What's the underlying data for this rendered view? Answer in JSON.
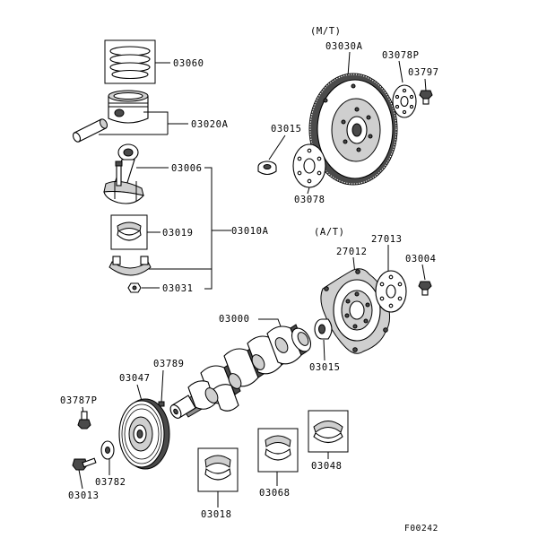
{
  "sections": {
    "mt": "(M/T)",
    "at": "(A/T)"
  },
  "labels": {
    "p03060": "03060",
    "p03020A": "03020A",
    "p03006": "03006",
    "p03010A": "03010A",
    "p03019": "03019",
    "p03031": "03031",
    "p03030A": "03030A",
    "p03078P": "03078P",
    "p03797": "03797",
    "p03015_top": "03015",
    "p03078": "03078",
    "p27012": "27012",
    "p27013": "27013",
    "p03004": "03004",
    "p03000": "03000",
    "p03015_bottom": "03015",
    "p03789": "03789",
    "p03047": "03047",
    "p03787P": "03787P",
    "p03782": "03782",
    "p03013": "03013",
    "p03018": "03018",
    "p03068": "03068",
    "p03048": "03048"
  },
  "figure_code": "F00242"
}
